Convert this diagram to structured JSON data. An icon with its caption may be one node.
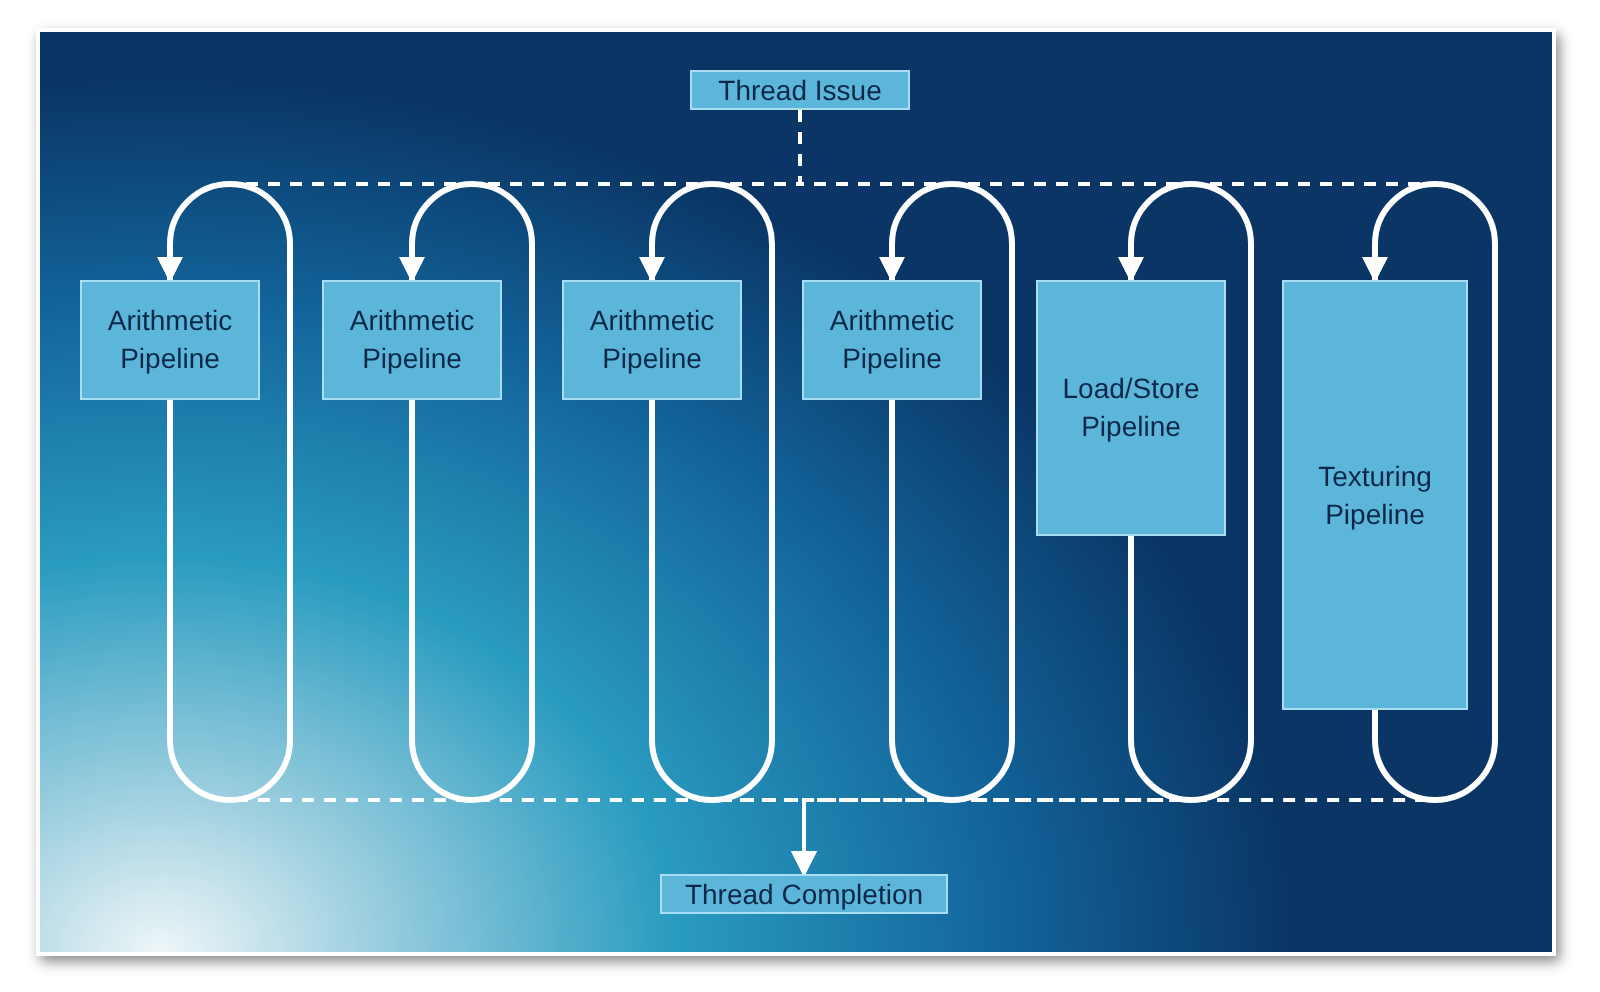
{
  "diagram": {
    "nodes": [
      {
        "text": [
          "Thread Issue"
        ]
      },
      {
        "text": [
          "Arithmetic Pipeline"
        ]
      },
      {
        "text": [
          "Arithmetic Pipeline"
        ]
      },
      {
        "text": [
          "Arithmetic Pipeline"
        ]
      },
      {
        "text": [
          "Arithmetic Pipeline"
        ]
      },
      {
        "text": [
          "Load/Store Pipeline"
        ]
      },
      {
        "text": [
          "Texturing Pipeline"
        ]
      },
      {
        "text": [
          "Thread Completion"
        ]
      }
    ],
    "edges": [
      {
        "from": 0,
        "to": 1,
        "arrow": "to",
        "style": "dashed"
      },
      {
        "from": 0,
        "to": 2,
        "arrow": "to",
        "style": "dashed"
      },
      {
        "from": 0,
        "to": 3,
        "arrow": "to",
        "style": "dashed"
      },
      {
        "from": 0,
        "to": 4,
        "arrow": "to",
        "style": "dashed"
      },
      {
        "from": 0,
        "to": 5,
        "arrow": "to",
        "style": "dashed"
      },
      {
        "from": 0,
        "to": 6,
        "arrow": "to",
        "style": "dashed"
      },
      {
        "from": 1,
        "to": 1,
        "arrow": "to"
      },
      {
        "from": 2,
        "to": 2,
        "arrow": "to"
      },
      {
        "from": 3,
        "to": 3,
        "arrow": "to"
      },
      {
        "from": 4,
        "to": 4,
        "arrow": "to"
      },
      {
        "from": 5,
        "to": 5,
        "arrow": "to"
      },
      {
        "from": 6,
        "to": 6,
        "arrow": "to"
      },
      {
        "from": 1,
        "to": 7,
        "arrow": "to",
        "style": "dashed"
      },
      {
        "from": 2,
        "to": 7,
        "arrow": "to",
        "style": "dashed"
      },
      {
        "from": 3,
        "to": 7,
        "arrow": "to",
        "style": "dashed"
      },
      {
        "from": 4,
        "to": 7,
        "arrow": "to",
        "style": "dashed"
      },
      {
        "from": 5,
        "to": 7,
        "arrow": "to",
        "style": "dashed"
      },
      {
        "from": 6,
        "to": 7,
        "arrow": "to",
        "style": "dashed"
      }
    ]
  }
}
